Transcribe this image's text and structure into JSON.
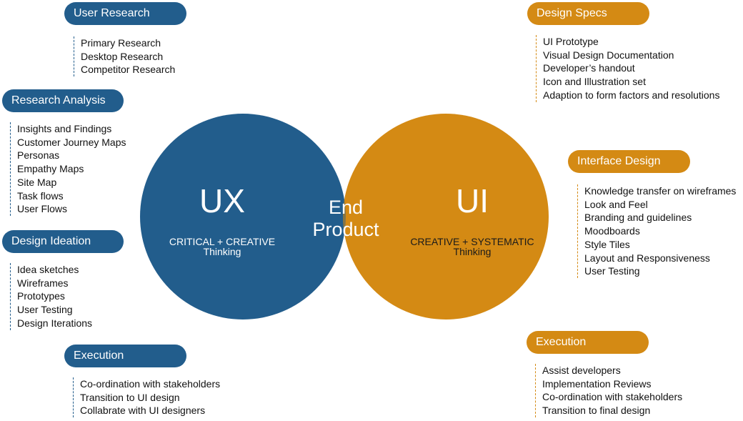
{
  "venn": {
    "left_circle": {
      "title": "UX",
      "subtitle_line1": "CRITICAL + CREATIVE",
      "subtitle_line2": "Thinking"
    },
    "center": {
      "line1": "End",
      "line2": "Product"
    },
    "right_circle": {
      "title": "UI",
      "subtitle_line1": "CREATIVE + SYSTEMATIC",
      "subtitle_line2": "Thinking"
    },
    "colors": {
      "ux": "#225d8c",
      "ui": "#d48a14",
      "overlap": "#857546"
    }
  },
  "ux_groups": [
    {
      "title": "User Research",
      "items": [
        "Primary Research",
        "Desktop Research",
        "Competitor Research"
      ]
    },
    {
      "title": "Research Analysis",
      "items": [
        "Insights and Findings",
        "Customer Journey Maps",
        "Personas",
        "Empathy Maps",
        "Site Map",
        "Task flows",
        "User Flows"
      ]
    },
    {
      "title": "Design Ideation",
      "items": [
        "Idea sketches",
        "Wireframes",
        "Prototypes",
        "User Testing",
        "Design Iterations"
      ]
    },
    {
      "title": "Execution",
      "items": [
        "Co-ordination with stakeholders",
        "Transition to UI design",
        "Collabrate with UI designers"
      ]
    }
  ],
  "ui_groups": [
    {
      "title": "Design Specs",
      "items": [
        "UI Prototype",
        "Visual Design Documentation",
        "Developer’s handout",
        "Icon and Illustration set",
        "Adaption to form factors and resolutions"
      ]
    },
    {
      "title": "Interface Design",
      "items": [
        "Knowledge transfer on wireframes",
        "Look and Feel",
        "Branding and guidelines",
        "Moodboards",
        "Style Tiles",
        "Layout and Responsiveness",
        "User Testing"
      ]
    },
    {
      "title": "Execution",
      "items": [
        "Assist developers",
        "Implementation Reviews",
        "Co-ordination with stakeholders",
        "Transition to final design"
      ]
    }
  ]
}
